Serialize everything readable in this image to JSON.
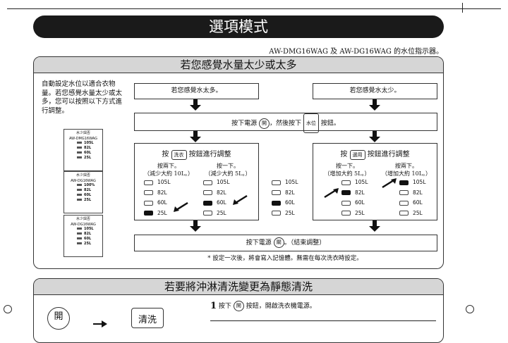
{
  "header": {
    "title": "選項模式",
    "model_note": "AW-DMG16WAG 及 AW-DG16WAG 的水位指示器。"
  },
  "section1": {
    "heading": "若您感覺水量太少或太多",
    "intro_text": "自動設定水位以適合衣物量。若您感覺水量太少或太多，您可以按照以下方式進行調整。",
    "panels": [
      {
        "name": "水少與否",
        "model": "AW-DMG16WAG",
        "levels": [
          "105L",
          "82L",
          "60L",
          "25L"
        ]
      },
      {
        "name": "水少與否",
        "model": "AW-DG16WAG",
        "levels": [
          "100%",
          "82L",
          "60L",
          "25L"
        ]
      },
      {
        "name": "水少與否",
        "model": "AW-DG16WAG",
        "levels": [
          "105L",
          "82L",
          "60L",
          "25L"
        ]
      }
    ],
    "too_much_label": "若您感覺水太多。",
    "too_little_label": "若您感覺水太少。",
    "power_instruction": {
      "prefix": "按下電源",
      "power_key": "開",
      "middle": "，然後按下",
      "water_key": "水位",
      "suffix": "按鈕。"
    },
    "left_adjust": {
      "prefix": "按",
      "key": "洗衣",
      "suffix": "按鈕進行調整",
      "col1": {
        "caption_1": "按兩下。",
        "caption_2": "（減少大約 10L。）"
      },
      "col2": {
        "caption_1": "按一下。",
        "caption_2": "（減少大約 5L。）"
      }
    },
    "right_adjust": {
      "prefix": "按",
      "key": "選用",
      "suffix": "按鈕進行調整",
      "col1": {
        "caption_1": "按一下。",
        "caption_2": "（增加大約 5L。）"
      },
      "col2": {
        "caption_1": "按兩下。",
        "caption_2": "（增加大約 10L。）"
      }
    },
    "level_labels": [
      "105L",
      "82L",
      "60L",
      "25L"
    ],
    "columns": [
      {
        "on_index": 3
      },
      {
        "on_index": 2
      },
      {
        "on_index": 2
      },
      {
        "on_index": 1
      },
      {
        "on_index": 0
      }
    ],
    "finish_instruction": {
      "prefix": "按下電源",
      "key": "關",
      "suffix": "。（結束調整）"
    },
    "memory_note": "* 設定一次後，將會寫入記憶體。無需在每次洗衣時設定。"
  },
  "section2": {
    "heading": "若要將沖淋清洗變更為靜態清洗",
    "power_key": "開",
    "wash_key": "清洗",
    "step1": {
      "number": "1",
      "prefix": "按下",
      "key": "開",
      "suffix": "按鈕，開啟洗衣機電源。"
    }
  }
}
